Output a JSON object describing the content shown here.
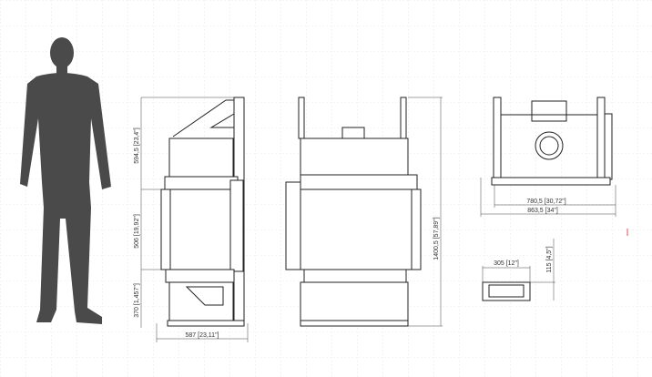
{
  "side_view": {
    "upper_height": "594,5  [23,4\"]",
    "opening_height": "506  [19,92\"]",
    "base_height": "370  [1,457\"]",
    "depth": "587   [23,11\"]"
  },
  "front_view": {
    "total_height": "1400,5  [57,89\"]"
  },
  "top_view": {
    "inner_width": "780,5   [30,72\"]",
    "outer_width": "863,5   [34\"]"
  },
  "vent_box": {
    "width": "305   [12\"]",
    "height": "115  [4,5\"]"
  },
  "colors": {
    "silhouette": "#4a4a4a",
    "grid": "#d8d8d8",
    "marker": "#e05060"
  }
}
